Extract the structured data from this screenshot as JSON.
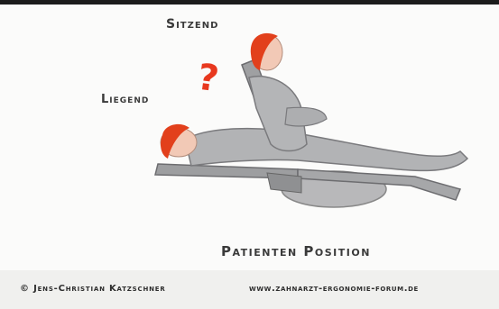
{
  "labels": {
    "sitzend": "Sitzend",
    "liegend": "Liegend",
    "question_mark": "?",
    "position": "Patienten Position"
  },
  "footer": {
    "copyright": "© Jens-Christian Katzschner",
    "website": "www.zahnarzt-ergonomie-forum.de"
  },
  "colors": {
    "body": "#a9a9ab",
    "hair": "#e2401c",
    "skin": "#f2c9b6",
    "question": "#e8381e",
    "top_bar": "#1c1c1c"
  }
}
